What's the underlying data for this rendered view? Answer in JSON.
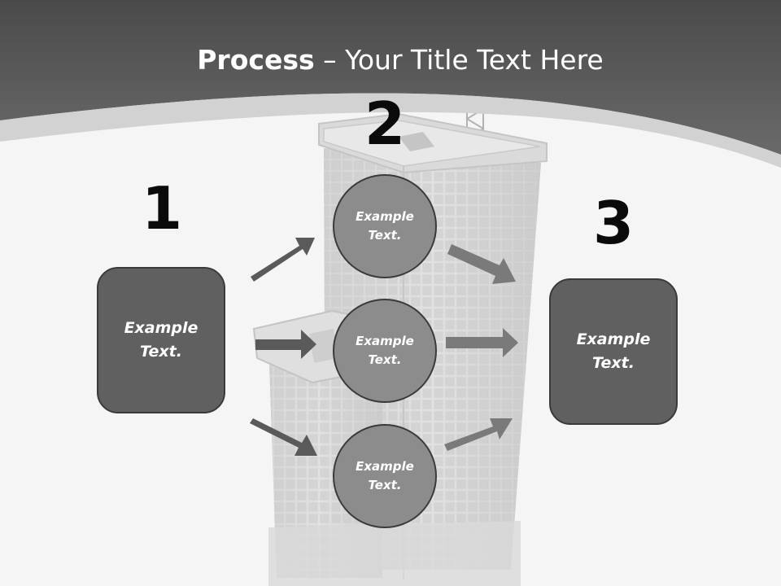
{
  "slide": {
    "title_bold": "Process",
    "title_rest": " – Your Title Text Here"
  },
  "steps": {
    "step1_number": "1",
    "step2_number": "2",
    "step3_number": "3"
  },
  "left_box": {
    "line1": "Example",
    "line2": "Text."
  },
  "right_box": {
    "line1": "Example",
    "line2": "Text."
  },
  "circles": [
    {
      "line1": "Example",
      "line2": "Text."
    },
    {
      "line1": "Example",
      "line2": "Text."
    },
    {
      "line1": "Example",
      "line2": "Text."
    }
  ],
  "colors": {
    "header": "#595959",
    "box_fill": "#606060",
    "circle_fill": "#8c8c8c",
    "arrow": "#595959"
  }
}
